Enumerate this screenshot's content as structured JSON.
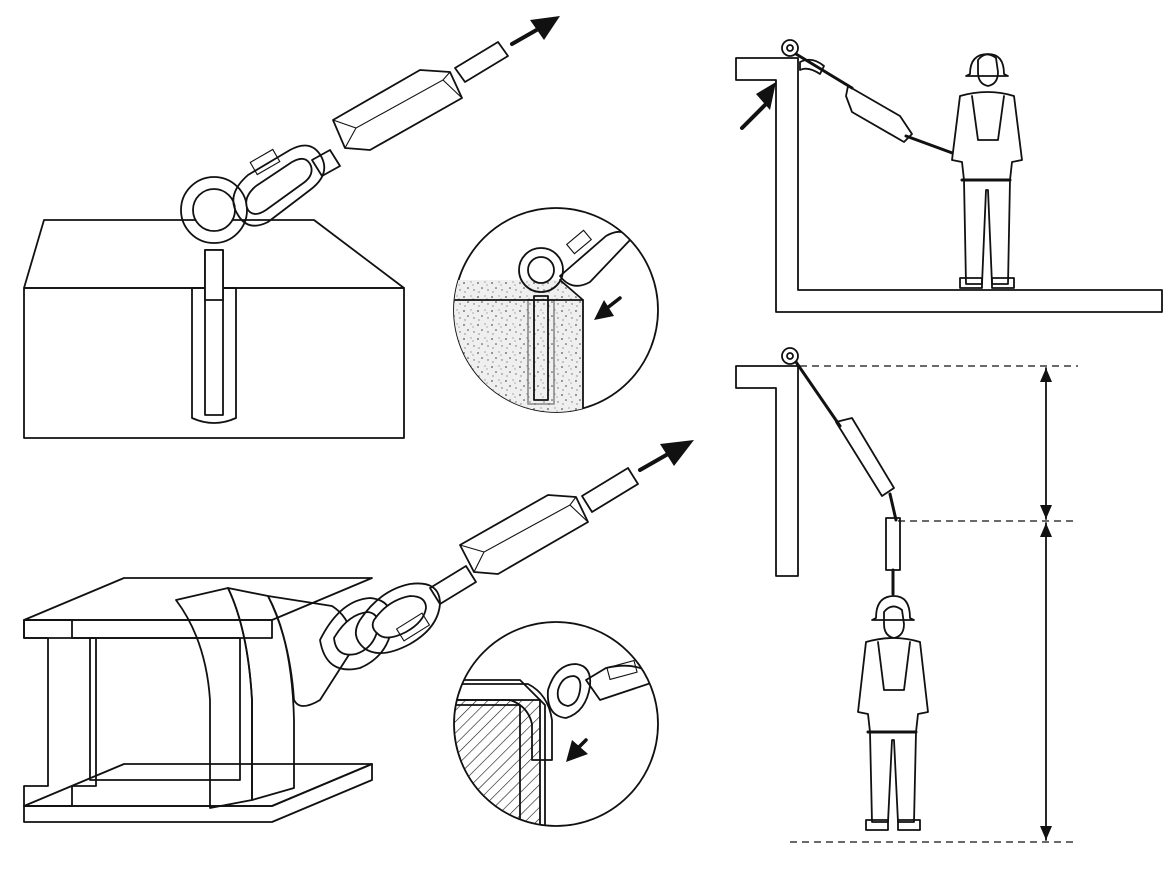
{
  "figure": {
    "panels": [
      {
        "id": "eyebolt-in-concrete"
      },
      {
        "id": "eyebolt-edge-detail"
      },
      {
        "id": "beam-sling-anchor"
      },
      {
        "id": "beam-edge-detail"
      },
      {
        "id": "worker-anchored-at-edge"
      },
      {
        "id": "worker-fall-clearance"
      }
    ],
    "colors": {
      "line": "#111111",
      "background": "#ffffff",
      "concrete": "#e7e7e7",
      "steel": "#bdbdbd"
    },
    "icons": [
      "arrow-icon",
      "eyebolt-icon",
      "carabiner-icon",
      "energy-absorber-icon",
      "worker-icon",
      "helmet-icon"
    ]
  }
}
